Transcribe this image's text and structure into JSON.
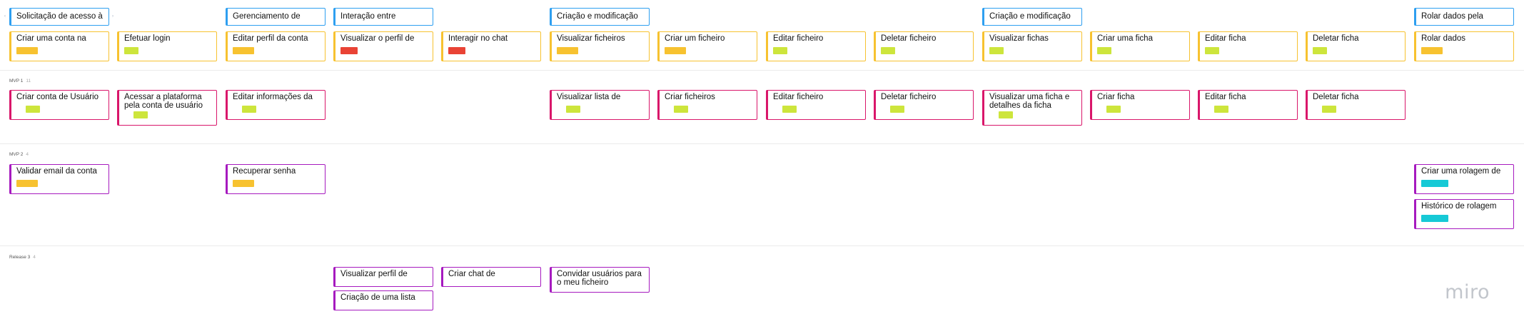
{
  "colors": {
    "yellow": "#f7c230",
    "lime": "#cde53c",
    "red": "#e94335",
    "cyan": "#16c9d6"
  },
  "headers": [
    "Solicitação de acesso à",
    "Gerenciamento de",
    "Interação entre",
    "Criação e modificação",
    "Criação e modificação",
    "Rolar dados pela"
  ],
  "features": [
    "Criar uma conta na",
    "Efetuar login",
    "Editar perfil da conta",
    "Visualizar o perfil de",
    "Interagir no chat",
    "Visualizar ficheiros",
    "Criar um ficheiro",
    "Editar ficheiro",
    "Deletar ficheiro",
    "Visualizar fichas",
    "Criar uma ficha",
    "Editar ficha",
    "Deletar ficha",
    "Rolar dados"
  ],
  "lanes": {
    "mvp1": {
      "label": "MVP 1",
      "count": "11"
    },
    "mvp2": {
      "label": "MVP 2",
      "count": "4"
    },
    "rel3": {
      "label": "Release 3",
      "count": "4"
    }
  },
  "mvp1": [
    "Criar conta de Usuário",
    "Acessar a plataforma pela conta de usuário",
    "Editar informações da",
    "Visualizar lista de",
    "Criar ficheiros",
    "Editar ficheiro",
    "Deletar ficheiro",
    "Visualizar uma ficha e detalhes da ficha",
    "Criar ficha",
    "Editar ficha",
    "Deletar ficha"
  ],
  "mvp2": [
    "Validar email da conta",
    "Recuperar senha",
    "Criar uma rolagem de",
    "Histórico de rolagem"
  ],
  "rel3": [
    "Visualizar perfil de",
    "Criar chat de",
    "Convidar usuários para o meu ficheiro",
    "Criação de uma lista"
  ],
  "logo": "miro"
}
